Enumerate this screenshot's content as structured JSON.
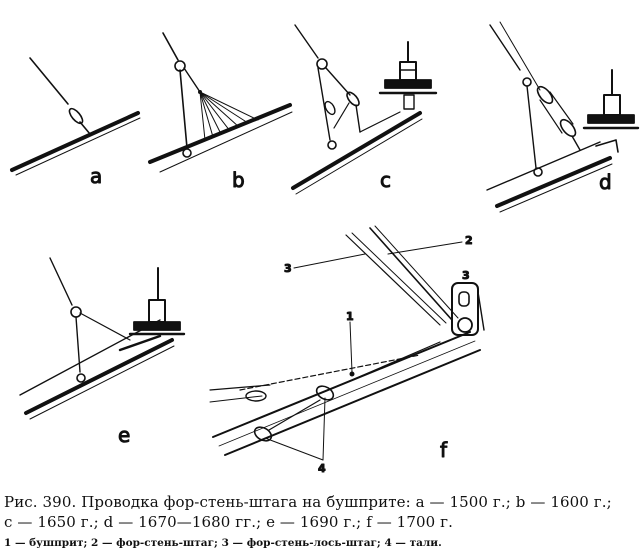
{
  "panels": {
    "a": "a",
    "b": "b",
    "c": "c",
    "d": "d",
    "e": "e",
    "f": "f"
  },
  "callouts": {
    "n1": "1",
    "n2": "2",
    "n3": "3",
    "n3b": "3",
    "n4": "4"
  },
  "caption": {
    "line1": "Рис. 390. Проводка фор-стень-штага на бушприте: a — 1500 г.; b — 1600 г.;",
    "line2": "c — 1650 г.; d — 1670—1680 гг.; e — 1690 г.; f — 1700 г.",
    "legend": "1 — бушприт; 2 — фор-стень-штаг; 3 — фор-стень-лось-штаг; 4 — тали."
  }
}
